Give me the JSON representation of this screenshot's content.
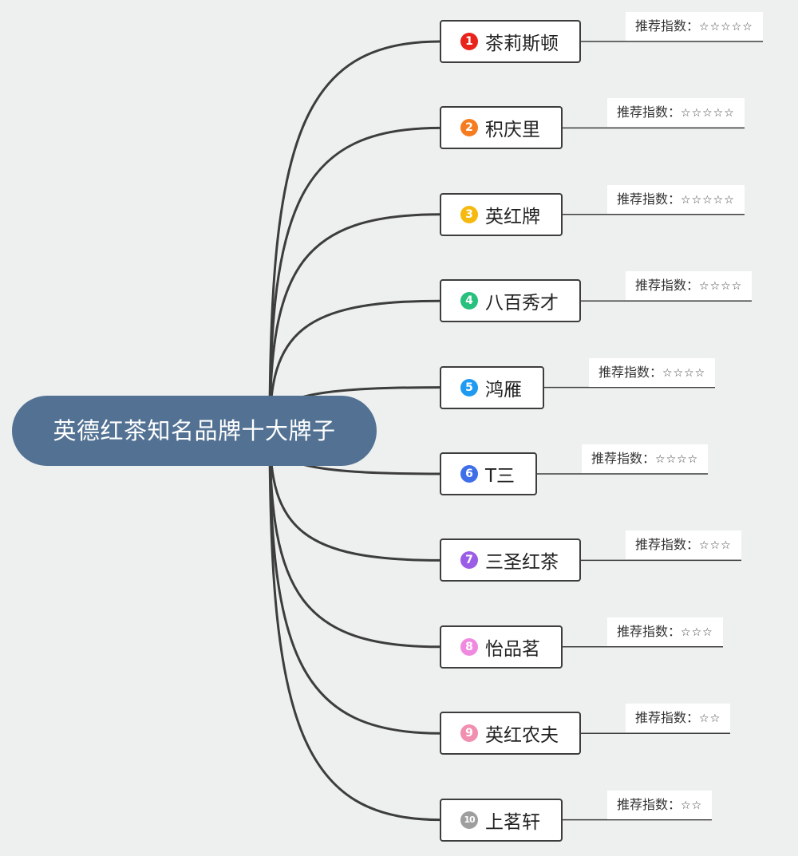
{
  "root": {
    "label": "英德红茶知名品牌十大牌子"
  },
  "rating_label": "推荐指数：",
  "brands": [
    {
      "rank": "1",
      "name": "茶莉斯顿",
      "rating": 5,
      "stars": "☆☆☆☆☆",
      "color": "#e8231b"
    },
    {
      "rank": "2",
      "name": "积庆里",
      "rating": 5,
      "stars": "☆☆☆☆☆",
      "color": "#f57c1f"
    },
    {
      "rank": "3",
      "name": "英红牌",
      "rating": 5,
      "stars": "☆☆☆☆☆",
      "color": "#f5b90f"
    },
    {
      "rank": "4",
      "name": "八百秀才",
      "rating": 4,
      "stars": "☆☆☆☆",
      "color": "#27c07f"
    },
    {
      "rank": "5",
      "name": "鸿雁",
      "rating": 4,
      "stars": "☆☆☆☆",
      "color": "#1e9bf0"
    },
    {
      "rank": "6",
      "name": "T三",
      "rating": 4,
      "stars": "☆☆☆☆",
      "color": "#3f6fe8"
    },
    {
      "rank": "7",
      "name": "三圣红茶",
      "rating": 3,
      "stars": "☆☆☆",
      "color": "#9b5de5"
    },
    {
      "rank": "8",
      "name": "怡品茗",
      "rating": 3,
      "stars": "☆☆☆",
      "color": "#f08ae0"
    },
    {
      "rank": "9",
      "name": "英红农夫",
      "rating": 2,
      "stars": "☆☆",
      "color": "#f08fb0"
    },
    {
      "rank": "10",
      "name": "上茗轩",
      "rating": 2,
      "stars": "☆☆",
      "color": "#9e9e9e"
    }
  ]
}
